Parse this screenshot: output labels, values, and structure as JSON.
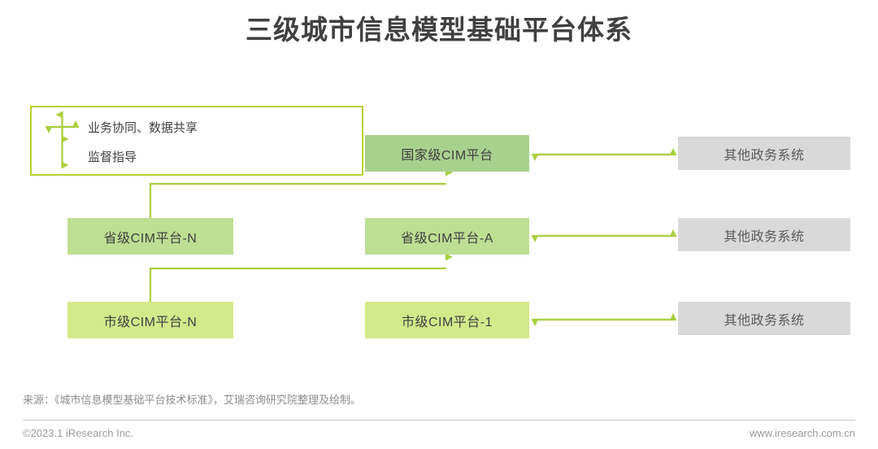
{
  "page": {
    "title": "三级城市信息模型基础平台体系"
  },
  "colors": {
    "title_text": "#404040",
    "arrow_green": "#a9cf3f",
    "legend_border": "#b5d334",
    "national_fill": "#a9d18e",
    "province_fill": "#bcdf92",
    "city_fill": "#d3e98a",
    "other_fill": "#d9d9d9",
    "footer_text": "#9a9a9a"
  },
  "legend": {
    "items": [
      {
        "icon": "four-way-arrow-icon",
        "label": "业务协同、数据共享"
      },
      {
        "icon": "down-arrow-icon",
        "label": "监督指导"
      }
    ]
  },
  "diagram": {
    "type": "hierarchy-flow",
    "nodes": [
      {
        "id": "national",
        "label": "国家级CIM平台",
        "level": "national",
        "column": "center"
      },
      {
        "id": "province_n",
        "label": "省级CIM平台-N",
        "level": "province",
        "column": "left"
      },
      {
        "id": "province_a",
        "label": "省级CIM平台-A",
        "level": "province",
        "column": "center"
      },
      {
        "id": "city_n",
        "label": "市级CIM平台-N",
        "level": "city",
        "column": "left"
      },
      {
        "id": "city_1",
        "label": "市级CIM平台-1",
        "level": "city",
        "column": "center"
      },
      {
        "id": "other_1",
        "label": "其他政务系统",
        "level": "other",
        "column": "right"
      },
      {
        "id": "other_2",
        "label": "其他政务系统",
        "level": "other",
        "column": "right"
      },
      {
        "id": "other_3",
        "label": "其他政务系统",
        "level": "other",
        "column": "right"
      }
    ],
    "edges": [
      {
        "from": "national",
        "to": "province_a",
        "kind": "bidirectional-vertical"
      },
      {
        "from": "national",
        "to": "province_n",
        "kind": "elbow-down-left"
      },
      {
        "from": "province_a",
        "to": "city_1",
        "kind": "bidirectional-vertical"
      },
      {
        "from": "province_a",
        "to": "city_n",
        "kind": "elbow-down-left"
      },
      {
        "from": "national",
        "to": "other_1",
        "kind": "bidirectional-horizontal"
      },
      {
        "from": "province_a",
        "to": "other_2",
        "kind": "bidirectional-horizontal"
      },
      {
        "from": "city_1",
        "to": "other_3",
        "kind": "bidirectional-horizontal"
      }
    ]
  },
  "footer": {
    "source": "来源：《城市信息模型基础平台技术标准》，艾瑞咨询研究院整理及绘制。",
    "copyright": "©2023.1 iResearch Inc.",
    "website": "www.iresearch.com.cn"
  }
}
